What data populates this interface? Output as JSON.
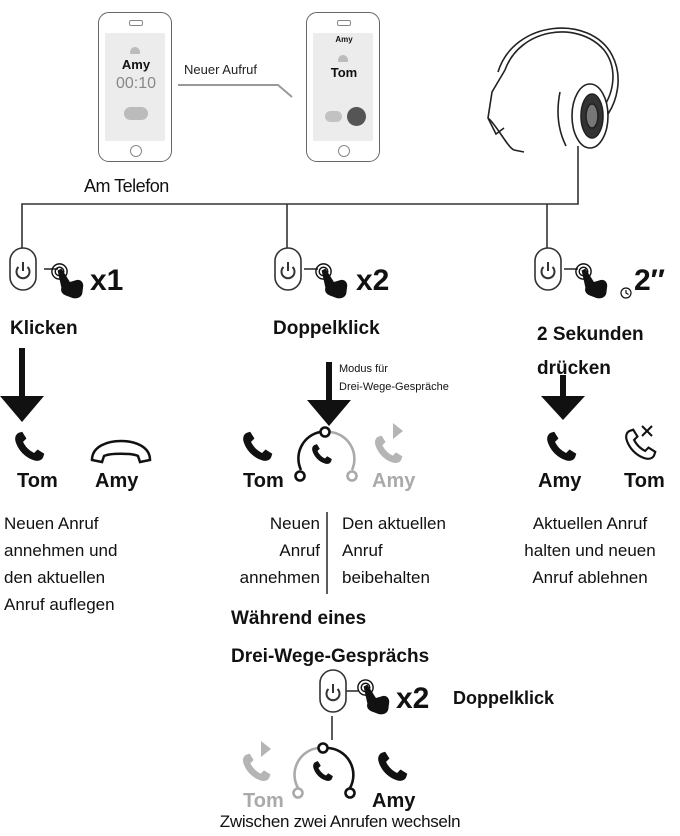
{
  "top": {
    "phone1": {
      "caller": "Amy",
      "timer": "00:10"
    },
    "arrow_label": "Neuer Aufruf",
    "phone2": {
      "small_caller": "Amy",
      "caller": "Tom"
    },
    "caption": "Am Telefon"
  },
  "col1": {
    "count": "x1",
    "action": "Klicken",
    "name_left": "Tom",
    "name_right": "Amy",
    "desc": [
      "Neuen Anruf",
      "annehmen und",
      "den aktuellen",
      "Anruf auflegen"
    ]
  },
  "col2": {
    "count": "x2",
    "action": "Doppelklick",
    "mode_note": [
      "Modus für",
      "Drei-Wege-Gespräche"
    ],
    "name_left": "Tom",
    "name_right": "Amy",
    "desc_left": [
      "Neuen",
      "Anruf",
      "annehmen"
    ],
    "desc_right": [
      "Den aktuellen",
      "Anruf",
      "beibehalten"
    ]
  },
  "col3": {
    "count": "2″",
    "action": [
      "2 Sekunden",
      "drücken"
    ],
    "name_left": "Amy",
    "name_right": "Tom",
    "desc": [
      "Aktuellen Anruf",
      "halten und neuen",
      "Anruf ablehnen"
    ]
  },
  "bottom": {
    "title": [
      "Während eines",
      "Drei-Wege-Gesprächs"
    ],
    "count": "x2",
    "action": "Doppelklick",
    "name_left": "Tom",
    "name_right": "Amy",
    "caption": "Zwischen zwei Anrufen wechseln"
  },
  "colors": {
    "line": "#333333",
    "grey": "#aaaaaa",
    "dark": "#111111"
  }
}
